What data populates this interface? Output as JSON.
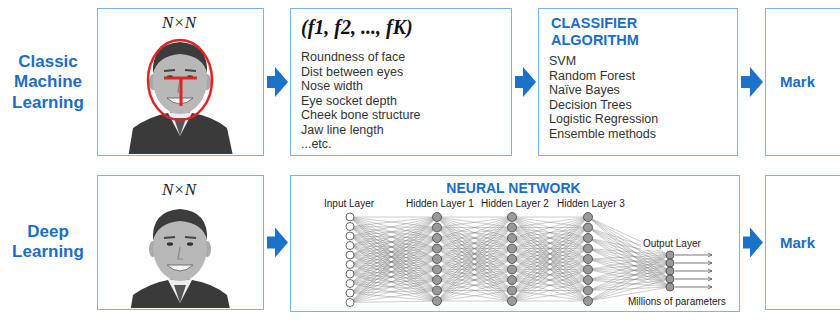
{
  "diagram": {
    "nodes": [
      {
        "text": [
          "N×N"
        ]
      },
      {
        "text": [
          "(f1, f2, ..., fK)",
          "Roundness of face",
          "Dist between eyes",
          "Nose width",
          "Eye socket depth",
          "Cheek bone structure",
          "Jaw line length",
          "...etc."
        ]
      },
      {
        "text": [
          "CLASSIFIER ALGORITHM",
          "SVM",
          "Random Forest",
          "Naïve Bayes",
          "Decision Trees",
          "Logistic Regression",
          "Ensemble methods"
        ]
      },
      {
        "text": [
          "Mark"
        ]
      },
      {
        "text": [
          "N×N"
        ]
      },
      {
        "text": [
          "NEURAL NETWORK",
          "Input Layer",
          "Hidden Layer 1",
          "Hidden Layer 2",
          "Hidden Layer 3",
          "Output Layer",
          "Millions of parameters"
        ]
      },
      {
        "text": [
          "Mark"
        ]
      }
    ],
    "edges": [
      {
        "from": 0,
        "to": 1,
        "arrow": "to"
      },
      {
        "from": 1,
        "to": 2,
        "arrow": "to"
      },
      {
        "from": 2,
        "to": 3,
        "arrow": "to"
      },
      {
        "from": 4,
        "to": 5,
        "arrow": "to"
      },
      {
        "from": 5,
        "to": 6,
        "arrow": "to"
      }
    ],
    "labels": [
      "Classic Machine Learning",
      "Deep Learning"
    ]
  }
}
